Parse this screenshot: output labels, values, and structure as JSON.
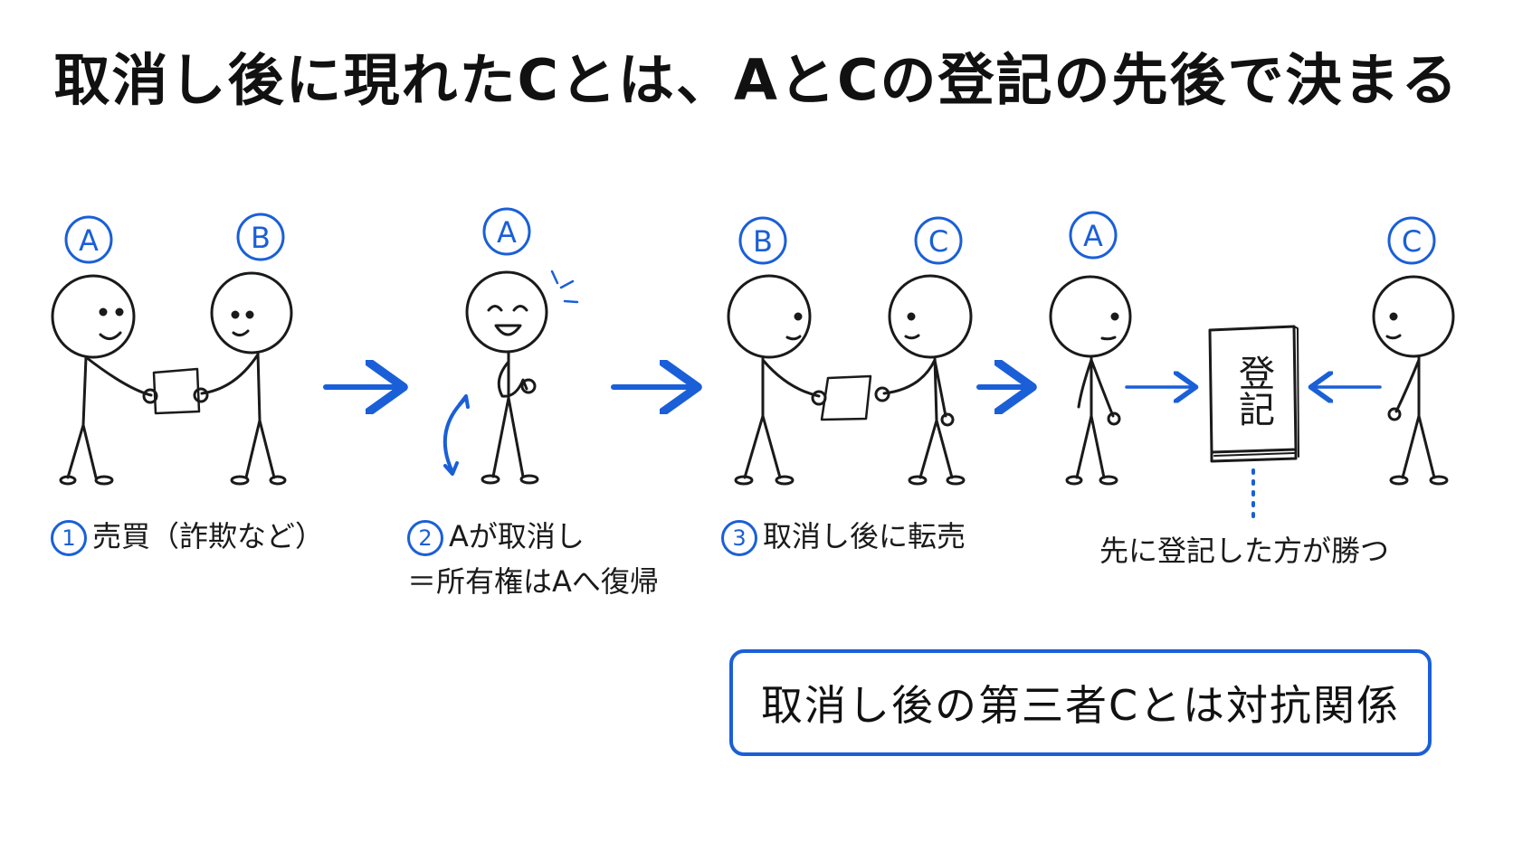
{
  "title": "取消し後に現れたCとは、AとCの登記の先後で決まる",
  "colors": {
    "accent": "#1a5fd8",
    "ink": "#1a1a1a"
  },
  "scenes": [
    {
      "number": "1",
      "caption_line1": "売買（詐欺など）",
      "people": [
        "A",
        "B"
      ]
    },
    {
      "number": "2",
      "caption_line1": "Aが取消し",
      "caption_line2": "＝所有権はAへ復帰",
      "people": [
        "A"
      ]
    },
    {
      "number": "3",
      "caption_line1": "取消し後に転売",
      "people": [
        "B",
        "C"
      ]
    },
    {
      "caption_line1": "先に登記した方が勝つ",
      "people": [
        "A",
        "C"
      ],
      "book_label": "登記"
    }
  ],
  "summary": "取消し後の第三者Cとは対抗関係"
}
